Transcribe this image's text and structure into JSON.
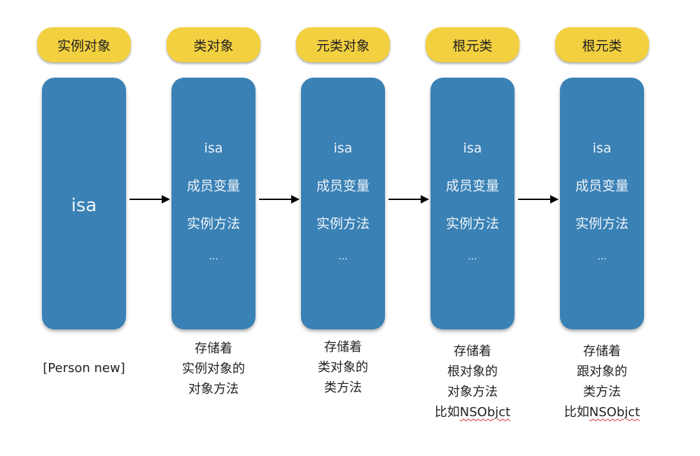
{
  "columns": [
    {
      "label": "实例对象",
      "box_main": "isa",
      "caption_lines": [
        "[Person new]"
      ]
    },
    {
      "label": "类对象",
      "box_lines": [
        "isa",
        "成员变量",
        "实例方法",
        "..."
      ],
      "caption_lines": [
        "存储着",
        "实例对象的",
        "对象方法"
      ]
    },
    {
      "label": "元类对象",
      "box_lines": [
        "isa",
        "成员变量",
        "实例方法",
        "..."
      ],
      "caption_lines": [
        "存储着",
        "类对象的",
        "类方法"
      ]
    },
    {
      "label": "根元类",
      "box_lines": [
        "isa",
        "成员变量",
        "实例方法",
        "..."
      ],
      "caption_lines": [
        "存储着",
        "根对象的",
        "对象方法"
      ],
      "caption_extra_prefix": "比如",
      "caption_extra_word": "NSObjct"
    },
    {
      "label": "根元类",
      "box_lines": [
        "isa",
        "成员变量",
        "实例方法",
        "..."
      ],
      "caption_lines": [
        "存储着",
        "跟对象的",
        "类方法"
      ],
      "caption_extra_prefix": "比如",
      "caption_extra_word": "NSObjct"
    }
  ],
  "colors": {
    "pill": "#f3d03f",
    "box": "#3a81b5",
    "arrow": "#000000"
  }
}
